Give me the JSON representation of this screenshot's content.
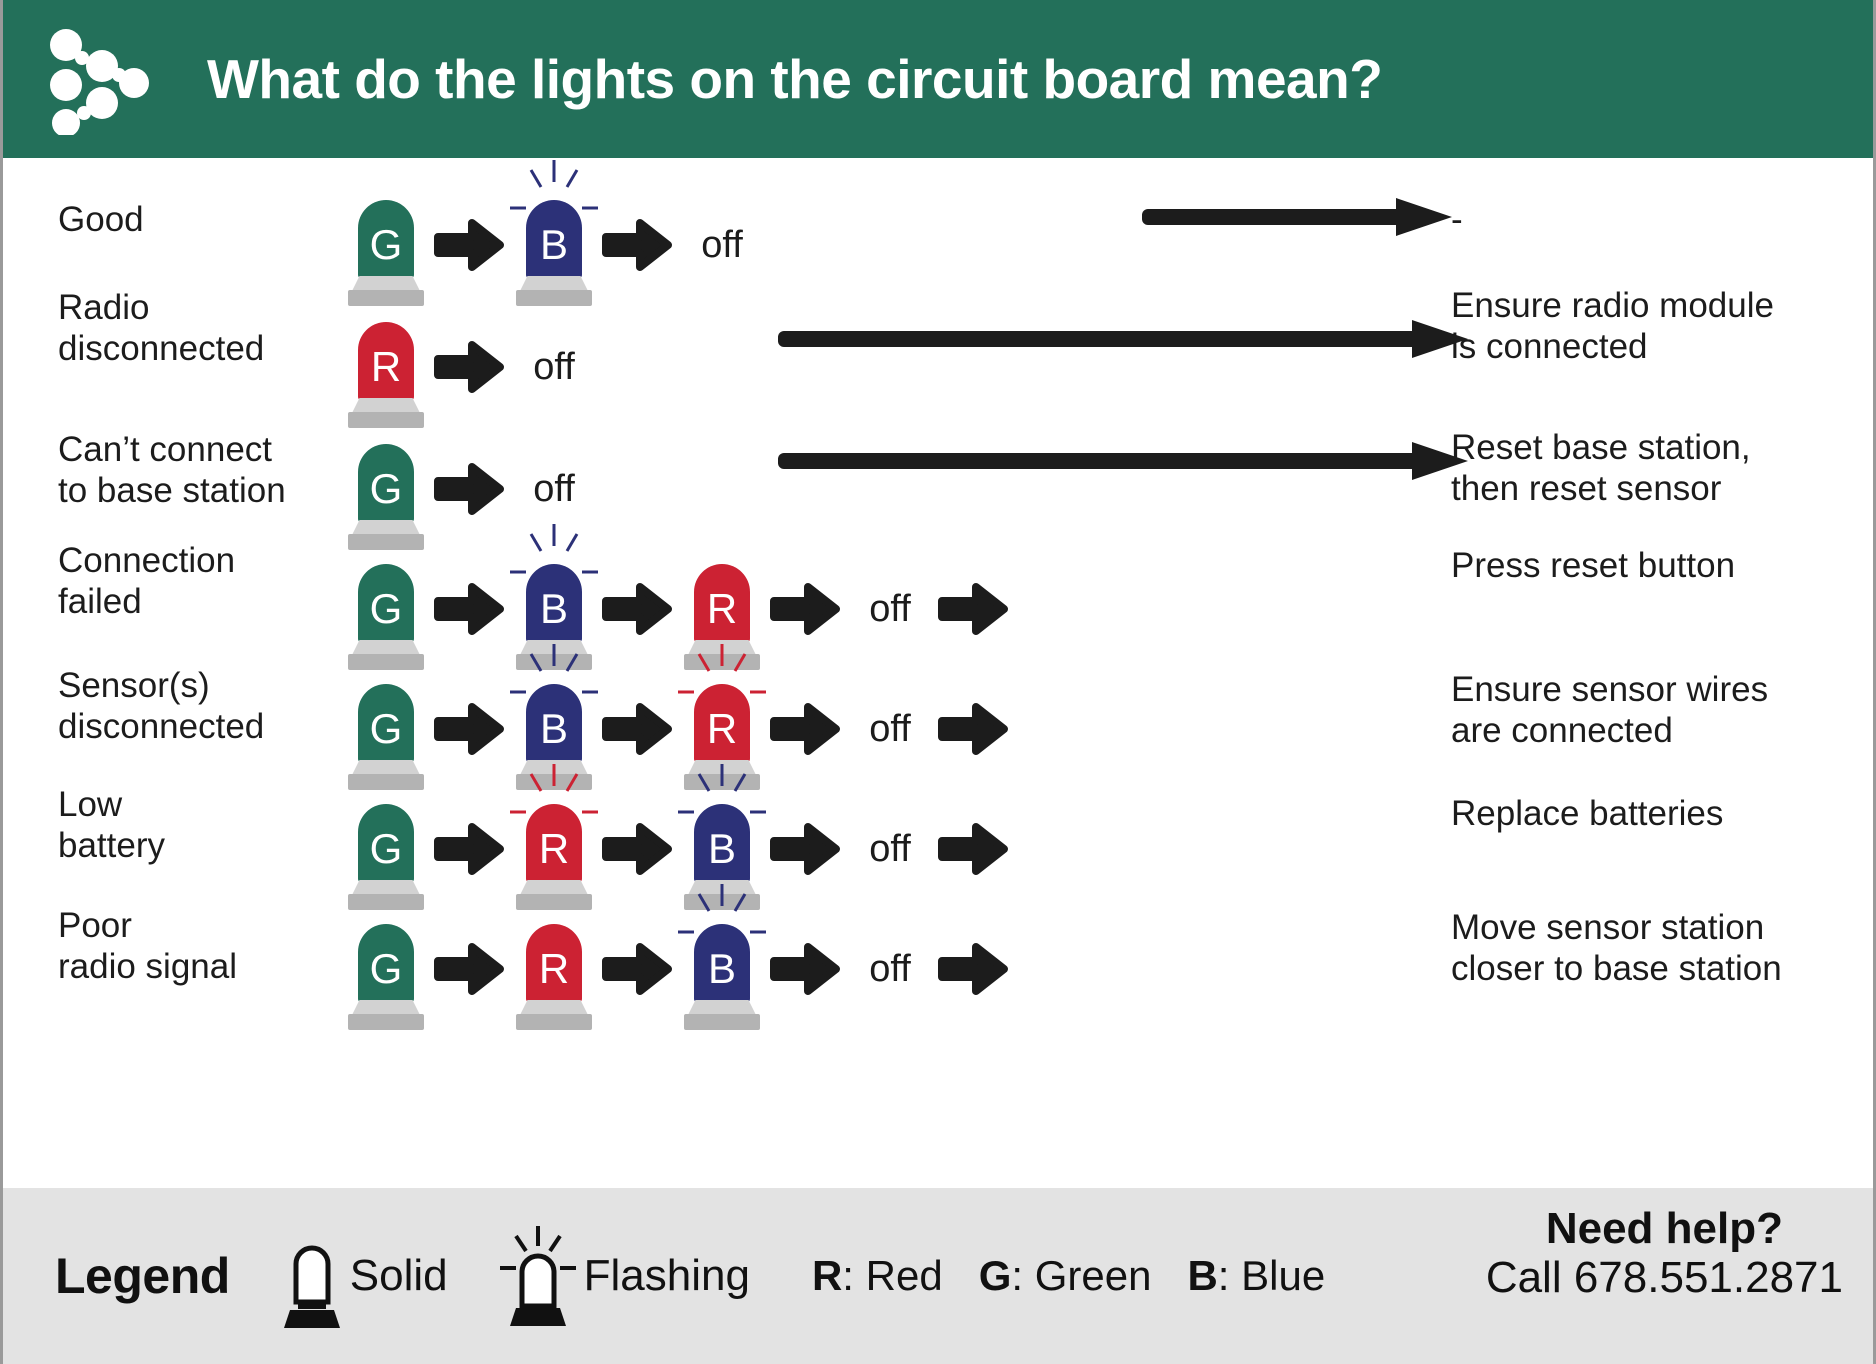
{
  "header": {
    "title": "What do the lights on the circuit board mean?",
    "logo_name": "network-dots-logo",
    "bg_color": "#23705A"
  },
  "colors": {
    "green": "#23705A",
    "red": "#CC2233",
    "blue": "#2C3178",
    "arrow": "#1c1c1c",
    "base_light": "#d2d2d2",
    "base_dark": "#b3b3b3",
    "legend_bg": "#e3e3e3"
  },
  "off_label": "off",
  "dash_label": "-",
  "rows": [
    {
      "label": "Good",
      "action": "-",
      "long_arrow_after": 2,
      "lights": [
        {
          "letter": "G",
          "color": "green",
          "flashing": false
        },
        {
          "letter": "B",
          "color": "blue",
          "flashing": true
        },
        {
          "letter": "off",
          "color": "none",
          "flashing": false
        }
      ]
    },
    {
      "label": "Radio\ndisconnected",
      "action": "Ensure radio module\nis connected",
      "long_arrow_after": 1,
      "lights": [
        {
          "letter": "R",
          "color": "red",
          "flashing": false
        },
        {
          "letter": "off",
          "color": "none",
          "flashing": false
        }
      ]
    },
    {
      "label": "Can’t connect\nto base station",
      "action": "Reset base station,\nthen reset sensor",
      "long_arrow_after": 1,
      "lights": [
        {
          "letter": "G",
          "color": "green",
          "flashing": false
        },
        {
          "letter": "off",
          "color": "none",
          "flashing": false
        }
      ]
    },
    {
      "label": "Connection\nfailed",
      "action": "Press reset button",
      "long_arrow_after": 0,
      "lights": [
        {
          "letter": "G",
          "color": "green",
          "flashing": false
        },
        {
          "letter": "B",
          "color": "blue",
          "flashing": true
        },
        {
          "letter": "R",
          "color": "red",
          "flashing": false
        },
        {
          "letter": "off",
          "color": "none",
          "flashing": false
        }
      ]
    },
    {
      "label": "Sensor(s)\ndisconnected",
      "action": "Ensure sensor wires\nare connected",
      "long_arrow_after": 0,
      "lights": [
        {
          "letter": "G",
          "color": "green",
          "flashing": false
        },
        {
          "letter": "B",
          "color": "blue",
          "flashing": true
        },
        {
          "letter": "R",
          "color": "red",
          "flashing": true
        },
        {
          "letter": "off",
          "color": "none",
          "flashing": false
        }
      ]
    },
    {
      "label": "Low\nbattery",
      "action": "Replace batteries",
      "long_arrow_after": 0,
      "lights": [
        {
          "letter": "G",
          "color": "green",
          "flashing": false
        },
        {
          "letter": "R",
          "color": "red",
          "flashing": true
        },
        {
          "letter": "B",
          "color": "blue",
          "flashing": true
        },
        {
          "letter": "off",
          "color": "none",
          "flashing": false
        }
      ]
    },
    {
      "label": "Poor\nradio signal",
      "action": "Move sensor station\ncloser to base station",
      "long_arrow_after": 0,
      "lights": [
        {
          "letter": "G",
          "color": "green",
          "flashing": false
        },
        {
          "letter": "R",
          "color": "red",
          "flashing": false
        },
        {
          "letter": "B",
          "color": "blue",
          "flashing": true
        },
        {
          "letter": "off",
          "color": "none",
          "flashing": false
        }
      ]
    }
  ],
  "legend": {
    "title": "Legend",
    "items": [
      {
        "icon": "solid-beacon-icon",
        "label": "Solid"
      },
      {
        "icon": "flashing-beacon-icon",
        "label": "Flashing"
      }
    ],
    "codes": [
      {
        "key": "R",
        "value": ": Red"
      },
      {
        "key": "G",
        "value": ": Green"
      },
      {
        "key": "B",
        "value": ": Blue"
      }
    ],
    "help_title": "Need help?",
    "help_phone": "Call 678.551.2871"
  }
}
